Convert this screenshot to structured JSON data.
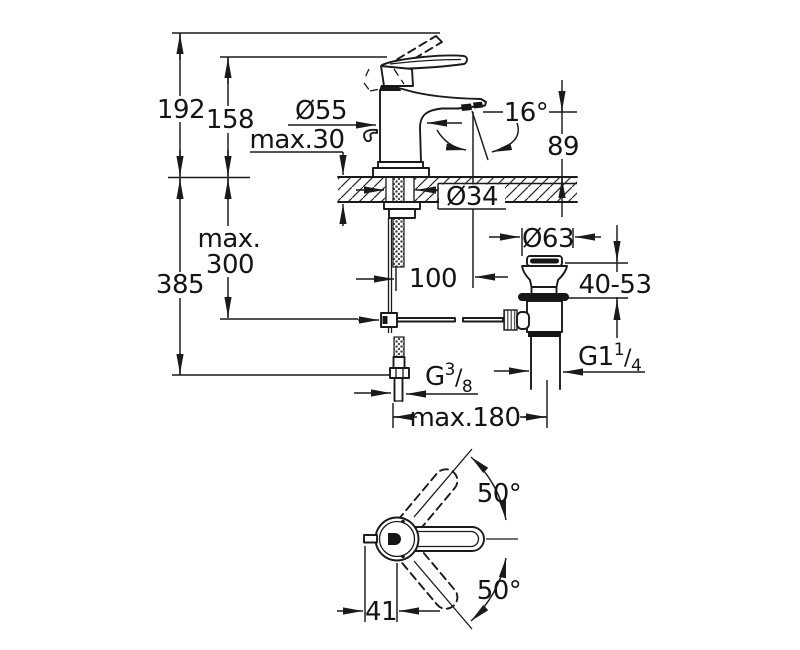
{
  "drawing": {
    "type": "technical-dimension-drawing",
    "units": "mm",
    "side_view": {
      "total_height": "192",
      "deck_to_lever_height": "158",
      "deck_thickness": "max.30",
      "base_diameter": "Ø55",
      "aerator_angle": "16°",
      "spout_height": "89",
      "hole_diameter": "Ø34",
      "hose_clearance_line1": "max.",
      "hose_clearance_line2": "300",
      "total_depth": "385",
      "spout_reach": "100",
      "waste_flange_diameter": "Ø63",
      "waste_clamping_range": "40-53",
      "supply_thread": {
        "base": "G",
        "sup": "3",
        "slash": "/",
        "sub": "8"
      },
      "waste_thread": {
        "base": "G1",
        "sup": "1",
        "slash": "/",
        "sub": "4"
      },
      "center_to_waste": "max.180"
    },
    "top_view": {
      "swing_angle_up": "50°",
      "swing_angle_down": "50°",
      "lever_projection": "41"
    },
    "colors": {
      "line": "#1a1a1a",
      "background": "#ffffff"
    }
  }
}
